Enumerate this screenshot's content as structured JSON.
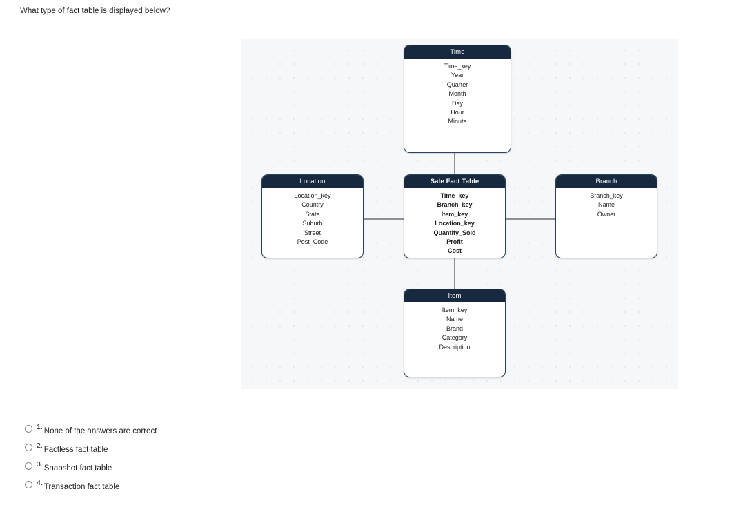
{
  "question": "What type of fact table is displayed below?",
  "diagram": {
    "entities": [
      {
        "name": "Time",
        "fields": [
          "Time_key",
          "Year",
          "Quarter",
          "Month",
          "Day",
          "Hour",
          "Minute"
        ]
      },
      {
        "name": "Location",
        "fields": [
          "Location_key",
          "Country",
          "State",
          "Suburb",
          "Street",
          "Post_Code"
        ]
      },
      {
        "name": "Sale Fact Table",
        "fields": [
          "Time_key",
          "Branch_key",
          "Item_key",
          "Location_key",
          "Quantity_Sold",
          "Profit",
          "Cost"
        ]
      },
      {
        "name": "Branch",
        "fields": [
          "Branch_key",
          "Name",
          "Owner"
        ]
      },
      {
        "name": "Item",
        "fields": [
          "Item_key",
          "Name",
          "Brand",
          "Category",
          "Description"
        ]
      }
    ],
    "colors": {
      "header_background": "#17293f",
      "header_text": "#ffffff",
      "box_border": "#2c4259",
      "box_background": "#ffffff",
      "canvas_background": "#f6f7f9",
      "grid_dot": "#e2e5ea",
      "connector": "#8c9199"
    }
  },
  "answers": [
    {
      "number": "1.",
      "label": "None of the answers are correct"
    },
    {
      "number": "2.",
      "label": "Factless fact table"
    },
    {
      "number": "3.",
      "label": "Snapshot fact table"
    },
    {
      "number": "4.",
      "label": "Transaction fact table"
    }
  ]
}
